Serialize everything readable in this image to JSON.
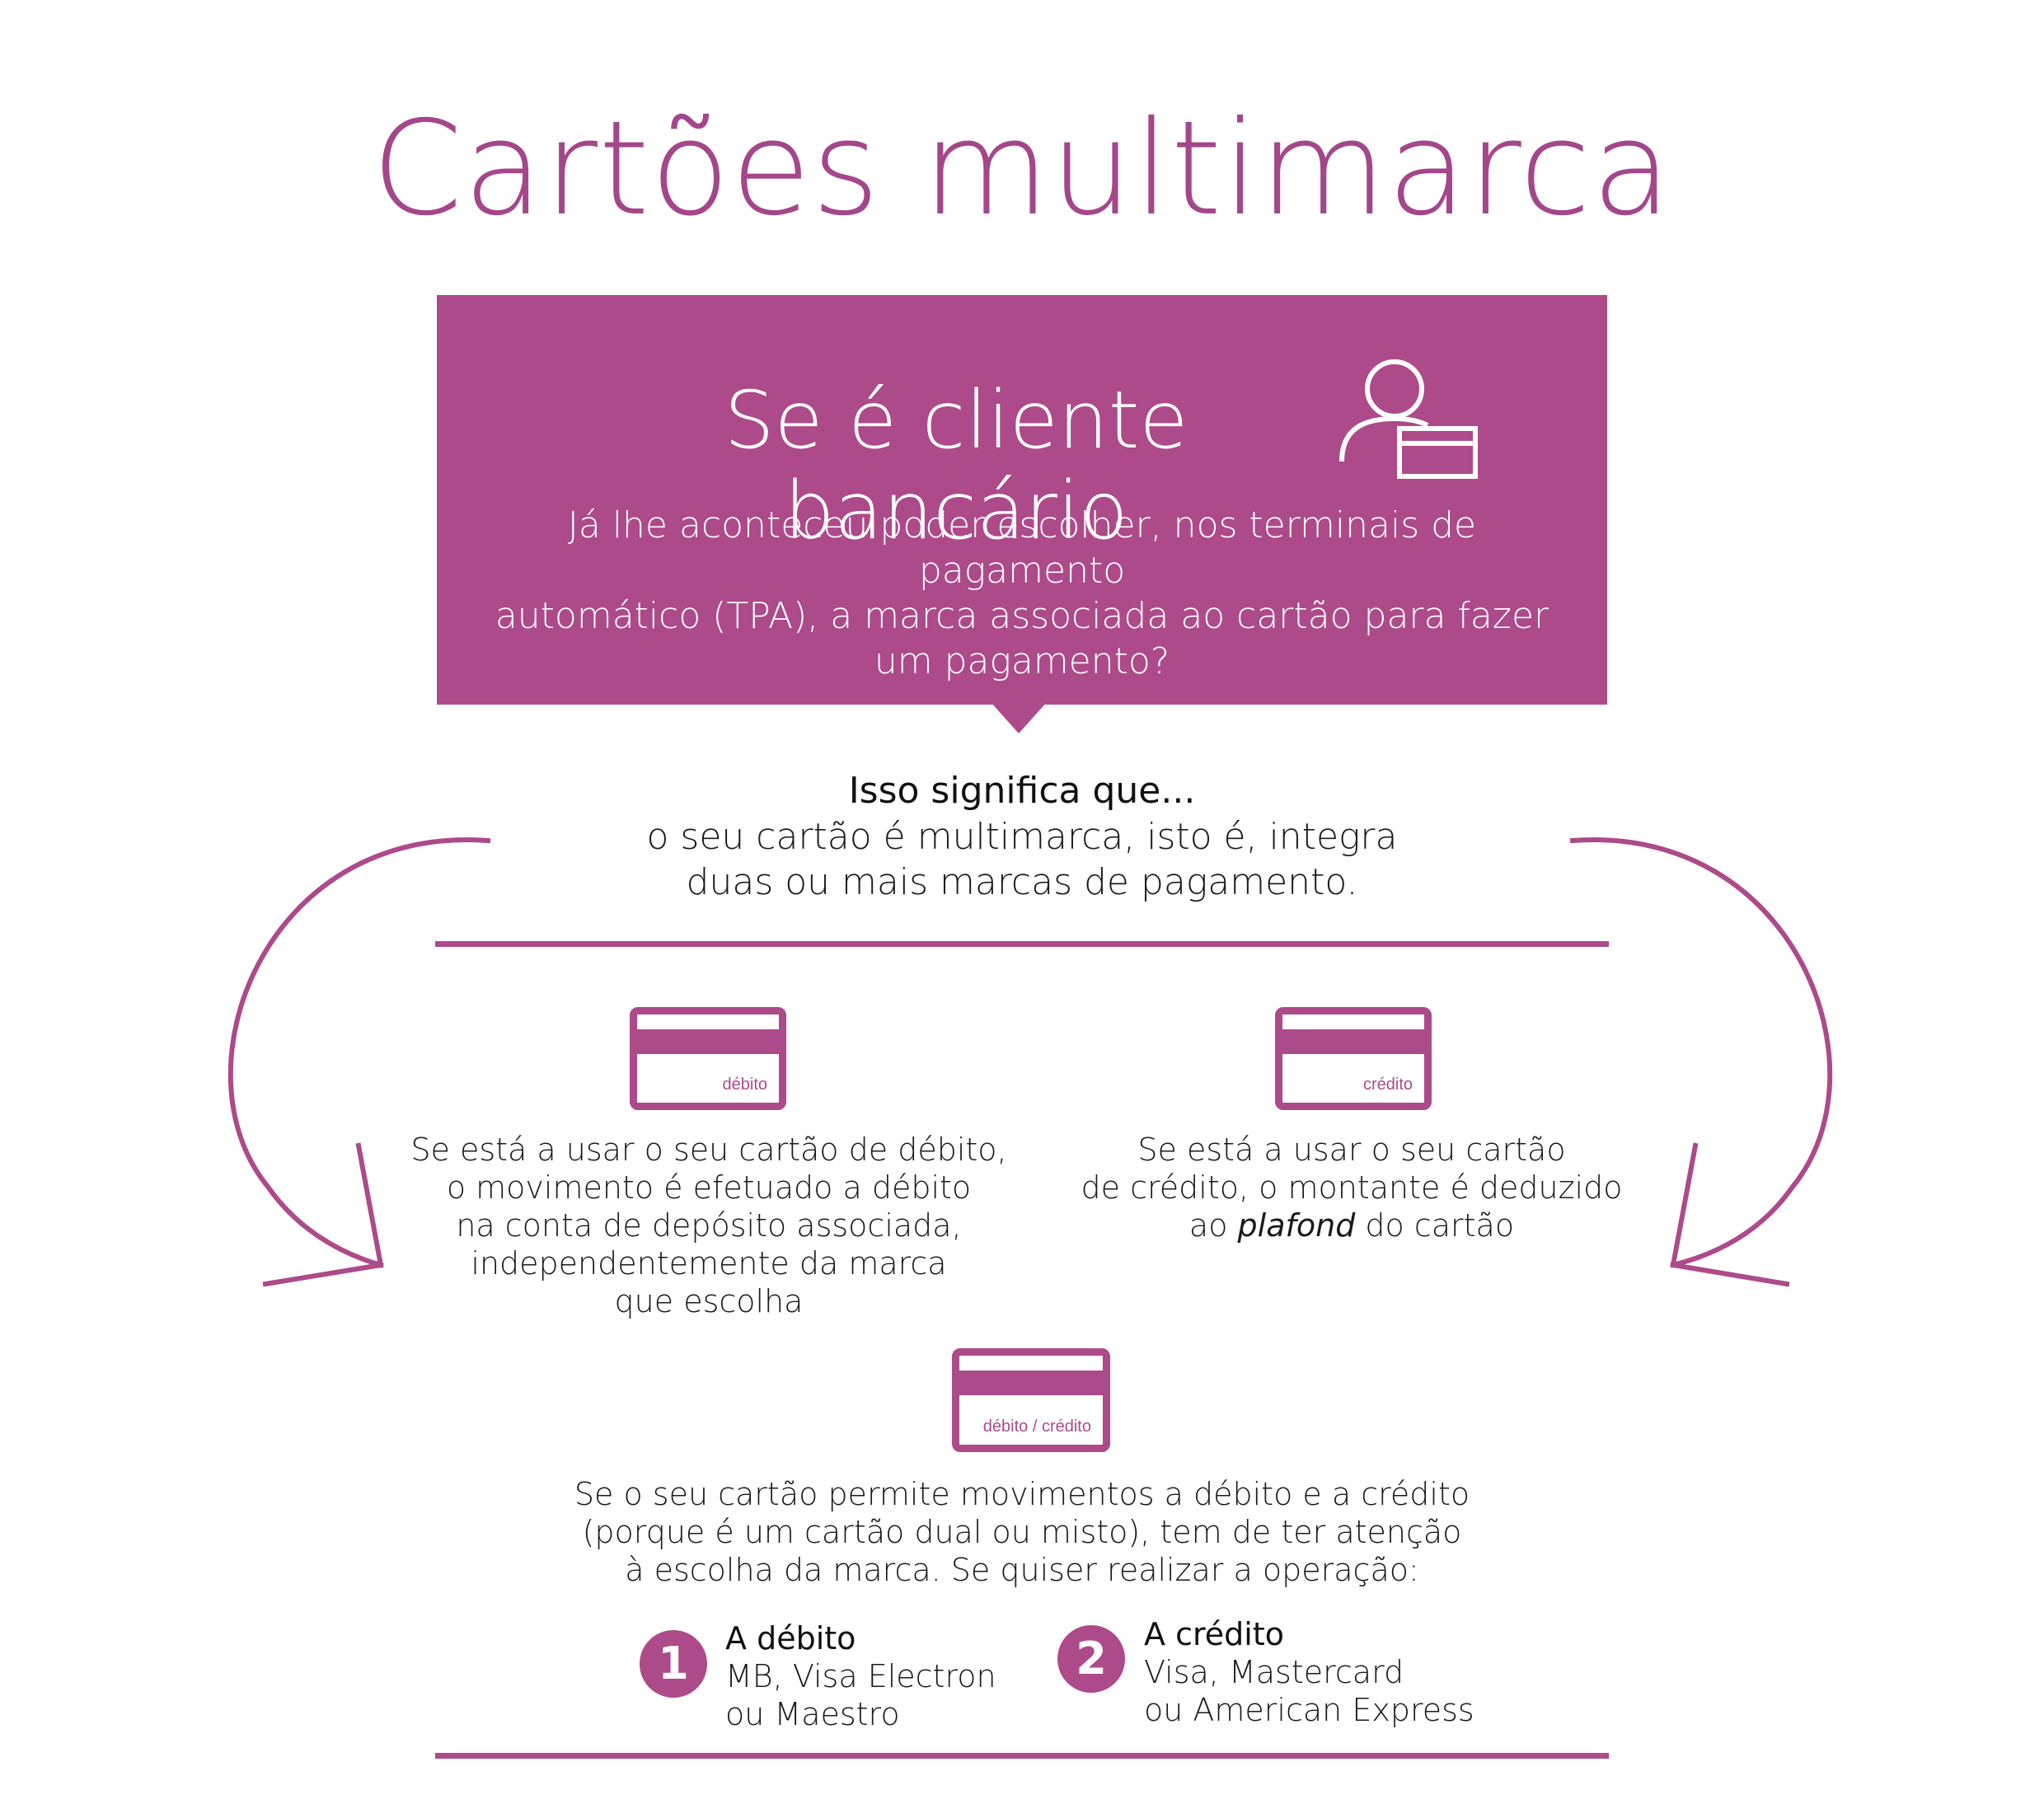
{
  "title": "Cartões multimarca",
  "banner": {
    "heading": "Se é cliente bancário",
    "question_lines": [
      "Já lhe aconteceu poder escolher, nos terminais de pagamento",
      "automático (TPA), a marca associada ao cartão para fazer",
      "um pagamento?"
    ]
  },
  "meaning": {
    "heading": "Isso significa que...",
    "lines": [
      "o seu cartão é multimarca, isto é, integra",
      "duas ou mais marcas de pagamento."
    ]
  },
  "debit": {
    "card_label": "débito",
    "lines": [
      "Se está a usar o seu cartão de débito,",
      "o movimento é efetuado a débito",
      "na conta de depósito associada,",
      "independentemente da marca",
      "que escolha"
    ]
  },
  "credit": {
    "card_label": "crédito",
    "line1": "Se está a usar o seu cartão",
    "line2": "de crédito, o montante é deduzido",
    "line3_pre": "ao ",
    "line3_em": "plafond",
    "line3_post": " do cartão"
  },
  "dual": {
    "card_label": "débito / crédito",
    "lines": [
      "Se o seu cartão permite movimentos a débito e a crédito",
      "(porque é um cartão dual ou misto), tem de ter atenção",
      "à escolha da marca. Se quiser realizar a operação:"
    ]
  },
  "options": [
    {
      "number": "1",
      "title": "A débito",
      "lines": [
        "MB, Visa Electron",
        "ou Maestro"
      ]
    },
    {
      "number": "2",
      "title": "A crédito",
      "lines": [
        "Visa, Mastercard",
        "ou American Express"
      ]
    }
  ],
  "colors": {
    "accent": "#ad4a8a",
    "title": "#a4478a"
  },
  "icons": [
    "user-card-icon",
    "left-curved-arrow-icon",
    "right-curved-arrow-icon",
    "debit-card-icon",
    "credit-card-icon",
    "dual-card-icon"
  ]
}
